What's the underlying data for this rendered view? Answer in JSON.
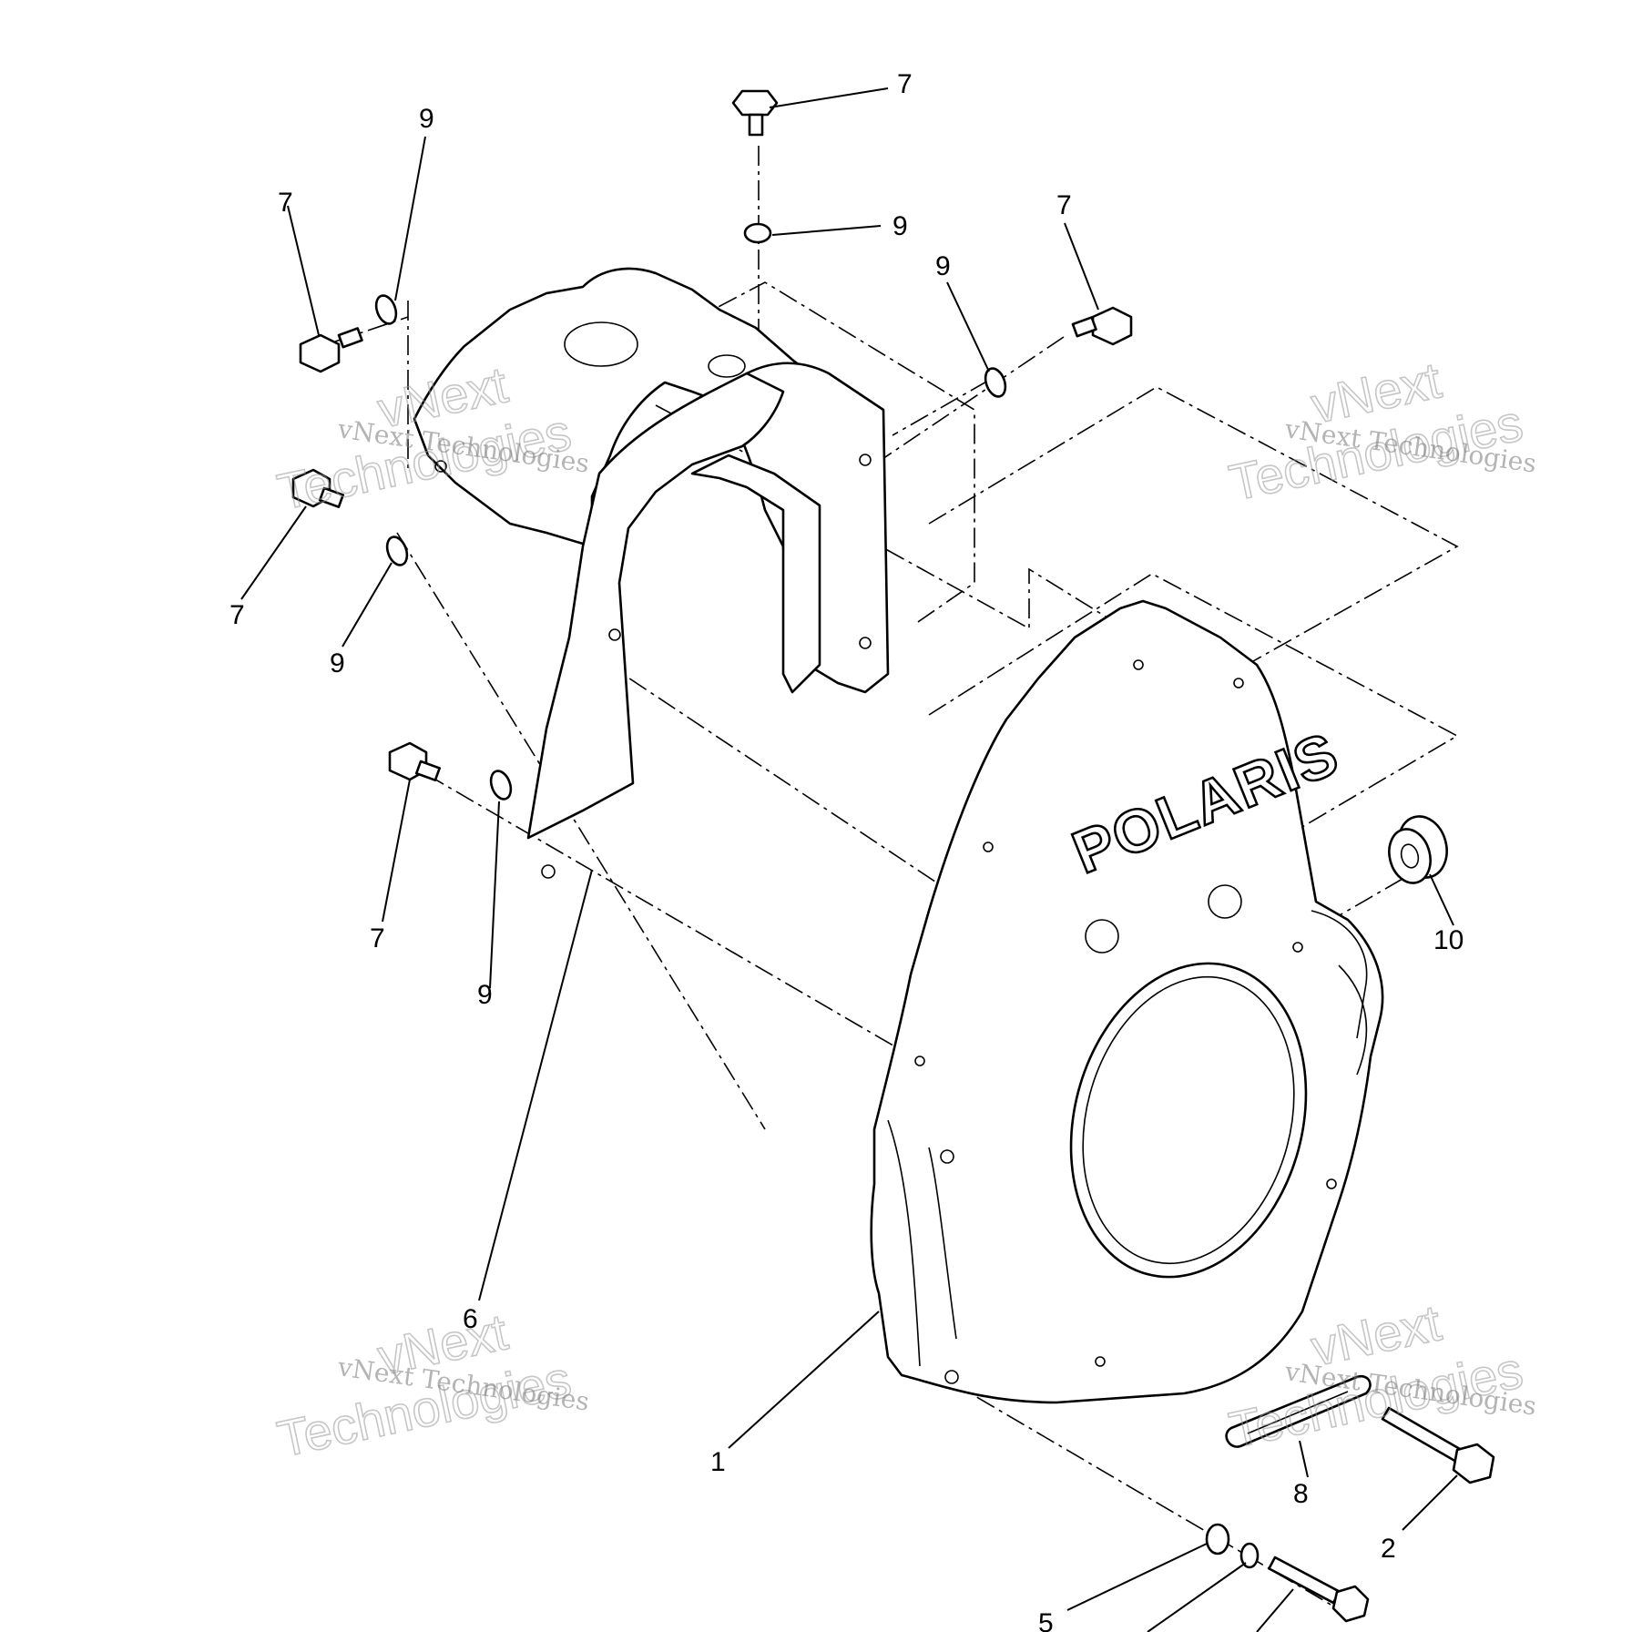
{
  "diagram": {
    "brand_text": "POLARIS",
    "callouts": [
      {
        "id": "c7-top",
        "text": "7"
      },
      {
        "id": "c9-upper-left",
        "text": "9"
      },
      {
        "id": "c7-upper-left",
        "text": "7"
      },
      {
        "id": "c9-top",
        "text": "9"
      },
      {
        "id": "c7-upper-right",
        "text": "7"
      },
      {
        "id": "c9-upper-right",
        "text": "9"
      },
      {
        "id": "c7-mid-left",
        "text": "7"
      },
      {
        "id": "c9-mid-left",
        "text": "9"
      },
      {
        "id": "c7-lower-left",
        "text": "7"
      },
      {
        "id": "c9-lower-left",
        "text": "9"
      },
      {
        "id": "c10",
        "text": "10"
      },
      {
        "id": "c6",
        "text": "6"
      },
      {
        "id": "c1",
        "text": "1"
      },
      {
        "id": "c8",
        "text": "8"
      },
      {
        "id": "c2",
        "text": "2"
      },
      {
        "id": "c5",
        "text": "5"
      }
    ]
  },
  "watermark": {
    "line1": "vNext",
    "line2": "Technologies",
    "small": "vNext Technologies"
  }
}
